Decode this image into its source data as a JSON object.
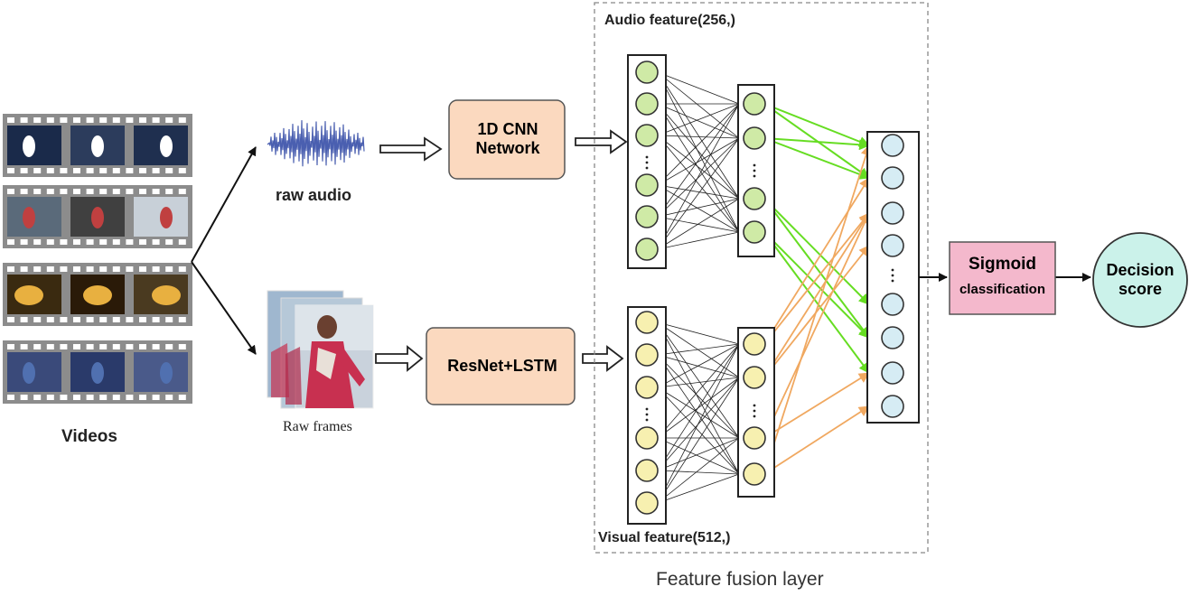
{
  "labels": {
    "videos": "Videos",
    "raw_audio": "raw audio",
    "raw_frames": "Raw frames",
    "audio_feature": "Audio feature(256,)",
    "visual_feature": "Visual feature(512,)",
    "fusion_layer": "Feature fusion layer"
  },
  "boxes": {
    "cnn": "1D CNN Network",
    "resnet": "ResNet+LSTM",
    "sigmoid_title": "Sigmoid",
    "sigmoid_sub": "classification",
    "decision": "Decision score"
  },
  "colors": {
    "process_box": "#fbd9bf",
    "sigmoid_box": "#f4b8cc",
    "decision_node": "#cbf2ea",
    "audio_node": "#cfeaa6",
    "visual_node": "#f7f0b0",
    "fusion_node": "#d6ecf4",
    "audio_link": "#66dd22",
    "visual_link": "#f0a860",
    "waveform": "#4a5fb0"
  },
  "icons": {
    "film": "film-strip-icon",
    "waveform": "audio-waveform-icon",
    "frames": "video-frames-icon"
  }
}
